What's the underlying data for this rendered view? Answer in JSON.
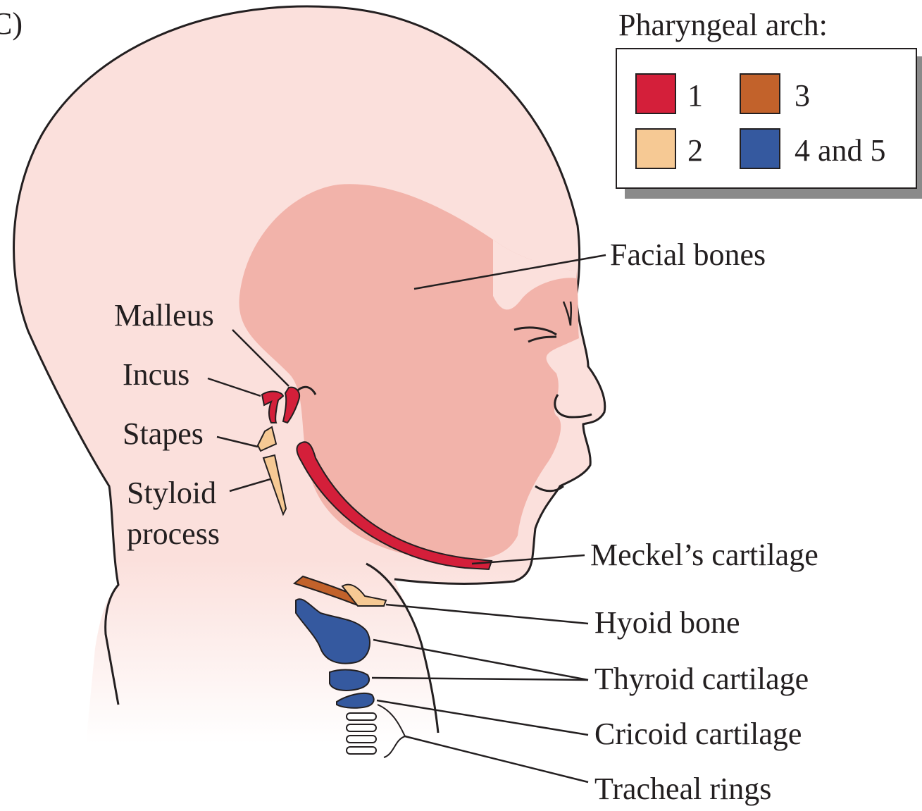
{
  "panel_label": "C)",
  "legend": {
    "title": "Pharyngeal arch:",
    "items": [
      {
        "label": "1",
        "color": "#d41f3a"
      },
      {
        "label": "2",
        "color": "#f6c994"
      },
      {
        "label": "3",
        "color": "#c2622b"
      },
      {
        "label": "4 and 5",
        "color": "#35599f"
      }
    ]
  },
  "labels": {
    "facial_bones": "Facial bones",
    "malleus": "Malleus",
    "incus": "Incus",
    "stapes": "Stapes",
    "styloid_line1": "Styloid",
    "styloid_line2": "process",
    "meckels": "Meckel’s cartilage",
    "hyoid": "Hyoid bone",
    "thyroid": "Thyroid cartilage",
    "cricoid": "Cricoid cartilage",
    "tracheal": "Tracheal rings"
  },
  "colors": {
    "skin": "#fbe0dc",
    "face_region": "#f2b3aa",
    "arch1": "#d41f3a",
    "arch2": "#f6c994",
    "arch3": "#c2622b",
    "arch45": "#35599f",
    "outline": "#231f20"
  }
}
